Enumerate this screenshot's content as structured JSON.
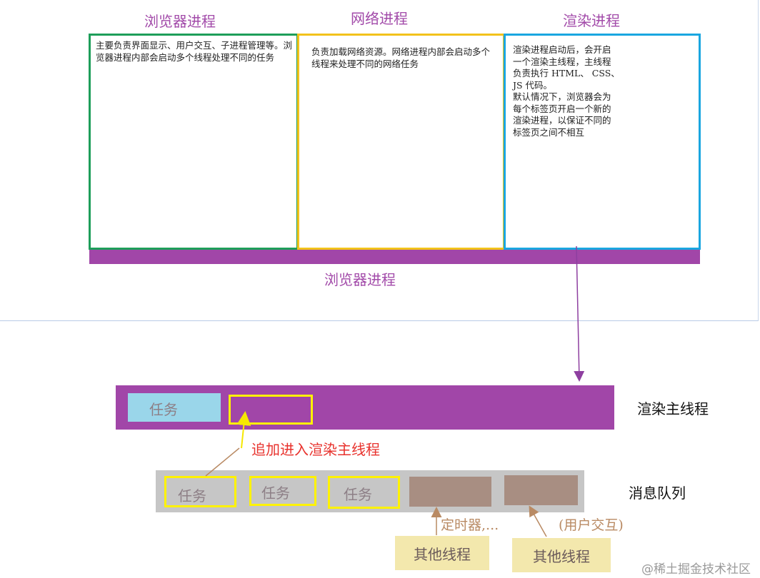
{
  "columns": [
    {
      "title": "浏览器进程",
      "text": "主要负责界面显示、用户交互、子进程管理等。浏览器进程内部会启动多个线程处理不同的任务",
      "border_color": "#1e9e5a"
    },
    {
      "title": "网络进程",
      "text": "负责加载网络资源。网络进程内部会启动多个线程来处理不同的网络任务",
      "border_color": "#f2c21b"
    },
    {
      "title": "渲染进程",
      "text_lines": [
        "渲染进程启动后，会开启",
        "一个渲染主线程，主线程",
        "负责执行 HTML、 CSS、",
        "JS 代码。",
        "默认情况下，浏览器会为",
        "每个标签页开启一个新的",
        "渲染进程，以保证不同的",
        "标签页之间不相互"
      ],
      "border_color": "#1aa6e0"
    }
  ],
  "browser_bar_label": "浏览器进程",
  "render_main_thread": {
    "label": "渲染主线程",
    "task_label": "任务",
    "color": "#a146a8"
  },
  "append_label": "追加进入渲染主线程",
  "message_queue": {
    "label": "消息队列",
    "tasks": [
      "任务",
      "任务",
      "任务"
    ],
    "color": "#c6c6c6"
  },
  "timer_label": "定时器,...",
  "user_interaction_label": "(用户交互)",
  "other_threads": [
    "其他线程",
    "其他线程"
  ],
  "watermark": "@稀土掘金技术社区",
  "colors": {
    "purple": "#a146a8",
    "yellow": "#fff200",
    "brown": "#a88e82",
    "light_blue": "#9ad6ea"
  }
}
